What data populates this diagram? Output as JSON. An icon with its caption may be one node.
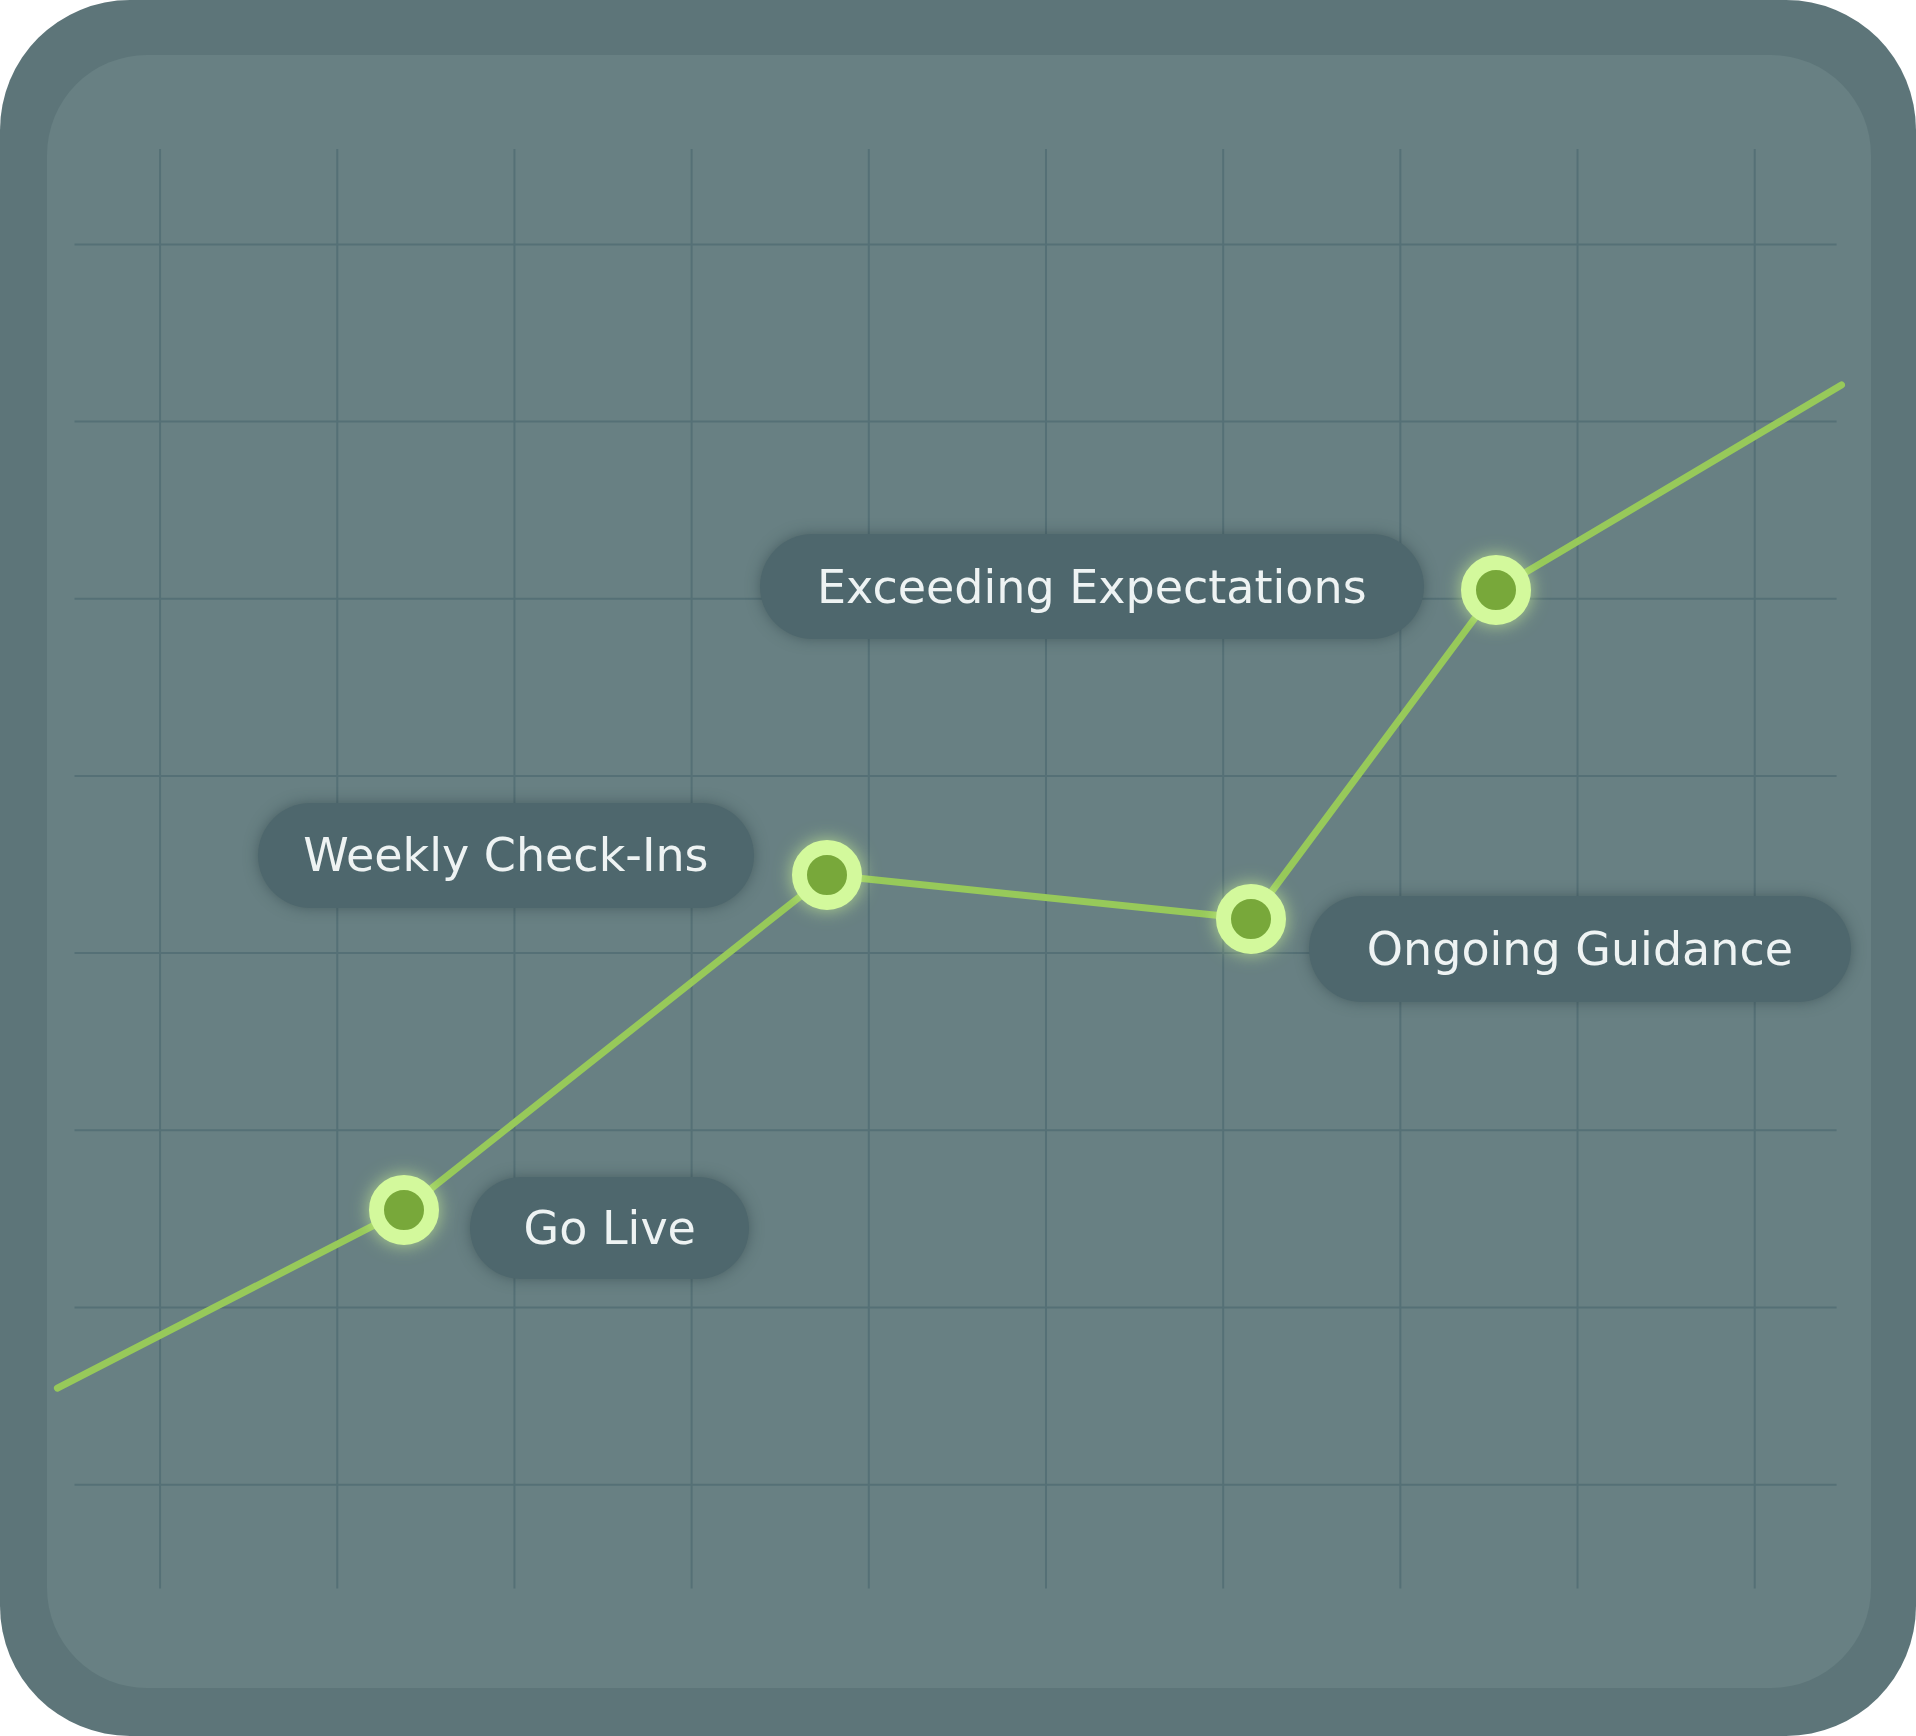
{
  "diagram": {
    "nodes": [
      {
        "text": [],
        "shape": "circle"
      },
      {
        "text": [],
        "shape": "circle"
      },
      {
        "text": [],
        "shape": "circle"
      },
      {
        "text": [],
        "shape": "circle"
      },
      {
        "text": [
          "Go Live"
        ]
      },
      {
        "text": [
          "Weekly Check-Ins"
        ]
      },
      {
        "text": [
          "Ongoing Guidance"
        ]
      },
      {
        "text": [
          "Exceeding Expectations"
        ]
      }
    ],
    "edges": [
      {
        "from": null,
        "to": 0,
        "arrow": "none"
      },
      {
        "from": 0,
        "to": 1,
        "arrow": "none"
      },
      {
        "from": 1,
        "to": 2,
        "arrow": "none"
      },
      {
        "from": 2,
        "to": 3,
        "arrow": "none"
      },
      {
        "from": 3,
        "to": null,
        "arrow": "none"
      }
    ]
  }
}
